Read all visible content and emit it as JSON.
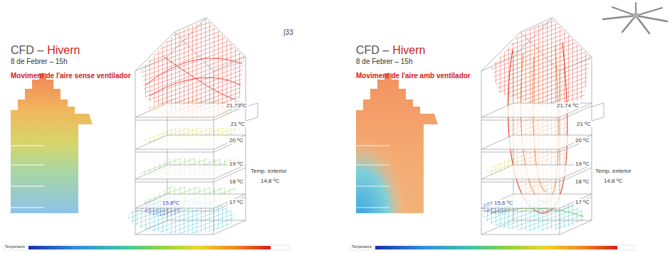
{
  "diagram": {
    "labels": [
      "|33",
      "CFD –",
      "Hivern",
      "8 de Febrer – 15h",
      "Moviment de l'aire sense ventilador",
      "21,73ºC",
      "21 ºC",
      "20 ºC",
      "19 ºC",
      "18 ºC",
      "17 ºC",
      "Temp. exterior",
      "14,8 ºC",
      "15,8ºC",
      "CFD –",
      "Hivern",
      "8 de Febrer – 15h",
      "Moviment de l'aire amb ventilador",
      "21,74 ºC",
      "21 ºC",
      "20 ºC",
      "19 ºC",
      "18 ºC",
      "17 ºC",
      "Temp. exterior",
      "14,8 ºC",
      "15,6 ºC",
      "Temperature",
      "Temperature"
    ]
  }
}
